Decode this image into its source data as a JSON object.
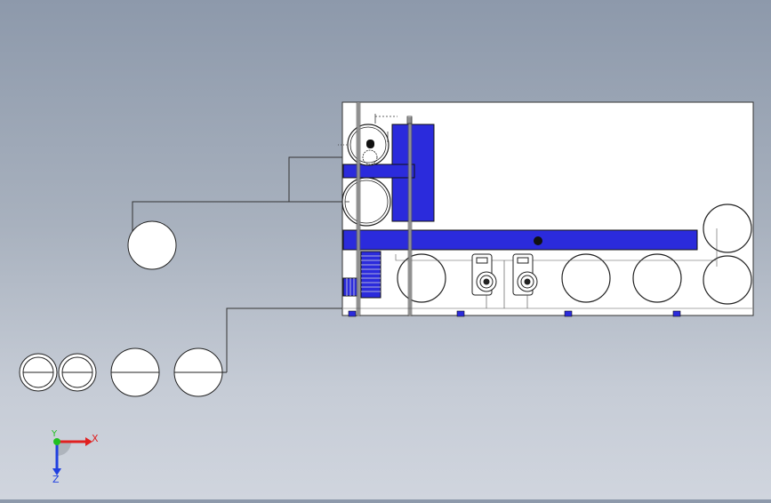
{
  "app": {
    "view": "cad-3d-viewport",
    "colors": {
      "background_top": "#8d99ab",
      "background_bottom": "#d0d5de",
      "part_highlight": "#2b2bdc",
      "line": "#333333",
      "frame_rail": "#a9a9a9"
    }
  },
  "triad": {
    "x_label": "X",
    "y_label": "Y",
    "z_label": "Z",
    "x_color": "#e02020",
    "y_color": "#20c020",
    "z_color": "#2040e0"
  },
  "model": {
    "name": "",
    "components": [
      "main-frame",
      "blue-tank-column",
      "blue-tank-arm",
      "blue-conveyor-bar",
      "blue-stair",
      "pump-left",
      "pump-right",
      "tank-cylinders",
      "exploded-parts"
    ]
  }
}
